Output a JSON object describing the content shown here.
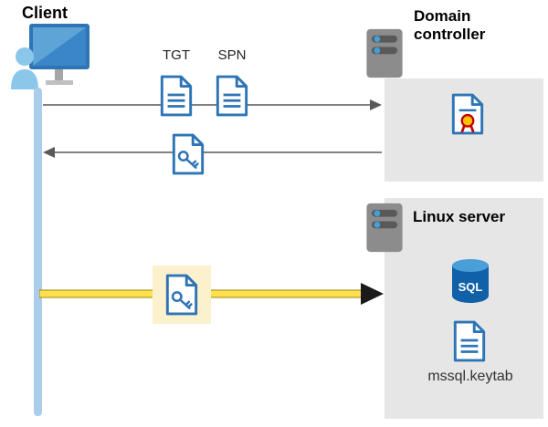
{
  "client": {
    "label": "Client"
  },
  "request": {
    "tgt_label": "TGT",
    "spn_label": "SPN"
  },
  "domain_controller": {
    "label": "Domain controller"
  },
  "linux_server": {
    "label": "Linux server",
    "sql_badge": "SQL",
    "keytab_label": "mssql.keytab"
  },
  "colors": {
    "icon_blue": "#2e75b6",
    "box_gray": "#e6e6e6",
    "lifeline_blue": "#aacdec",
    "arrow_gray": "#595959",
    "highlight_yellow": "#fbf2cd",
    "arrow_yellow": "#ffe14d",
    "seal_yellow": "#ffc000",
    "seal_red": "#c00000"
  }
}
